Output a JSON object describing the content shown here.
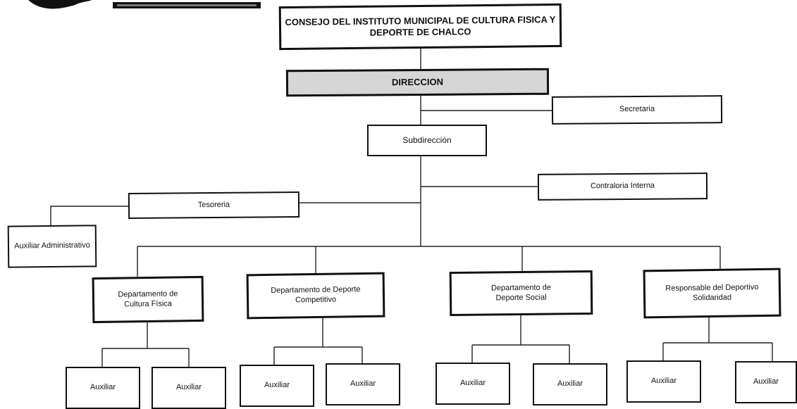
{
  "org_chart": {
    "consejo": "CONSEJO DEL INSTITUTO MUNICIPAL DE CULTURA FISICA Y DEPORTE DE CHALCO",
    "direccion": "DIRECCION",
    "secretaria": "Secretaria",
    "subdireccion": "Subdirección",
    "contraloria": "Contraloria Interna",
    "tesoreria": "Tesoreria",
    "auxiliar_administrativo": "Auxiliar Administrativo",
    "departamentos": [
      {
        "label": "Departamento de Cultura Física",
        "auxiliares": [
          "Auxiliar",
          "Auxiliar"
        ]
      },
      {
        "label": "Departamento de Deporte Competitivo",
        "auxiliares": [
          "Auxiliar",
          "Auxiliar"
        ]
      },
      {
        "label": "Departamento de Deporte Social",
        "auxiliares": [
          "Auxiliar",
          "Auxiliar"
        ]
      },
      {
        "label": "Responsable del Deportivo Solidaridad",
        "auxiliares": [
          "Auxiliar",
          "Auxiliar"
        ]
      }
    ]
  }
}
